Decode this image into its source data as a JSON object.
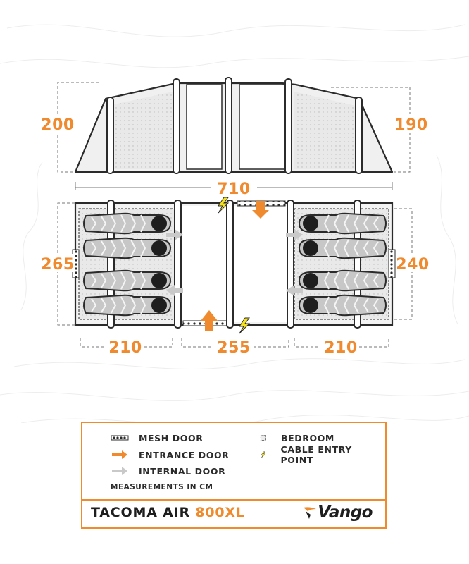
{
  "dimensions": {
    "height_left": "200",
    "height_right": "190",
    "total_length": "710",
    "width_left": "265",
    "width_right": "240",
    "bedroom_left": "210",
    "living_area": "255",
    "bedroom_right": "210"
  },
  "key": {
    "mesh_door": "MESH DOOR",
    "entrance_door": "ENTRANCE DOOR",
    "internal_door": "INTERNAL DOOR",
    "bedroom": "BEDROOM",
    "cable_entry": "CABLE ENTRY POINT",
    "measurements_note": "MEASUREMENTS IN CM"
  },
  "product": {
    "name": "TACOMA AIR",
    "model": "800XL"
  },
  "brand": {
    "name": "Vango",
    "accent_color": "#ef8a2d",
    "icon": "vango-logo-icon"
  },
  "colors": {
    "accent": "#f08a2e",
    "internal_door": "#c9c9c9",
    "outline": "#2b2b2b",
    "fill": "#f0f0f0"
  }
}
